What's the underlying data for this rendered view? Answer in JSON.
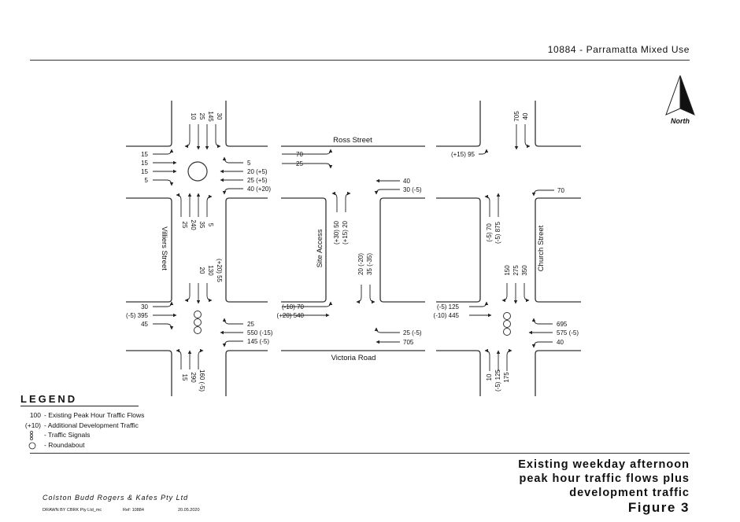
{
  "header": {
    "project": "10884 - Parramatta Mixed Use"
  },
  "north_label": "North",
  "streets": {
    "ross": "Ross Street",
    "victoria": "Victoria Road",
    "villiers": "Villiers Street",
    "site_access": "Site Access",
    "church": "Church Street"
  },
  "flows": {
    "villiers_ross": {
      "south_in": [
        "10",
        "25",
        "145",
        "30"
      ],
      "west_in": [
        "15",
        "15",
        "15",
        "5"
      ],
      "east_in": [
        "5",
        "20 (+5)",
        "25 (+5)",
        "40 (+20)"
      ],
      "north_in": [
        "25",
        "240",
        "35",
        "5"
      ]
    },
    "ross_mid": {
      "east_lane": [
        "70",
        "25"
      ],
      "west_lane": [
        "40",
        "30 (-5)"
      ]
    },
    "site_access_north": [
      "(+30) 50",
      "(+15) 20"
    ],
    "site_access_south": [
      "20 (-20)",
      "35 (-35)"
    ],
    "church_ross": {
      "west_out": "(+15) 95",
      "south_in": [
        "705",
        "40"
      ],
      "east_in": "70",
      "north_in": [
        "(-5) 70",
        "(-5) 875"
      ]
    },
    "villiers_victoria": {
      "south_in": [
        "20",
        "130",
        "(+20) 55"
      ],
      "west_in": [
        "30",
        "(-5) 395",
        "45"
      ],
      "east_in": [
        "25",
        "550 (-15)",
        "145 (-5)"
      ],
      "north_in": [
        "15",
        "290",
        "160 (-5)"
      ]
    },
    "victoria_mid": {
      "east_lane": [
        "(-10) 70",
        "(+20) 540"
      ],
      "west_lane": [
        "25 (-5)",
        "705"
      ]
    },
    "church_victoria": {
      "south_in": [
        "150",
        "275",
        "350"
      ],
      "west_in": [
        "(-5) 125",
        "(-10) 445"
      ],
      "east_in": [
        "695",
        "575 (-5)",
        "40"
      ],
      "north_in": [
        "10",
        "(-5) 125",
        "175"
      ]
    }
  },
  "legend": {
    "title": "LEGEND",
    "existing_key": "100",
    "existing": "- Existing Peak Hour Traffic Flows",
    "additional_key": "(+10)",
    "additional": "- Additional Development Traffic",
    "signals": "- Traffic Signals",
    "roundabout": "- Roundabout"
  },
  "figure": {
    "title_lines": [
      "Existing weekday afternoon",
      "peak hour traffic flows plus",
      "development traffic"
    ],
    "number": "Figure 3"
  },
  "company": "Colston Budd Rogers & Kafes Pty Ltd",
  "footer": {
    "drawn": "DRAWN BY CBRK Pty Ltd_mc",
    "ref": "Ref: 10884",
    "date": "20.05.2020"
  }
}
